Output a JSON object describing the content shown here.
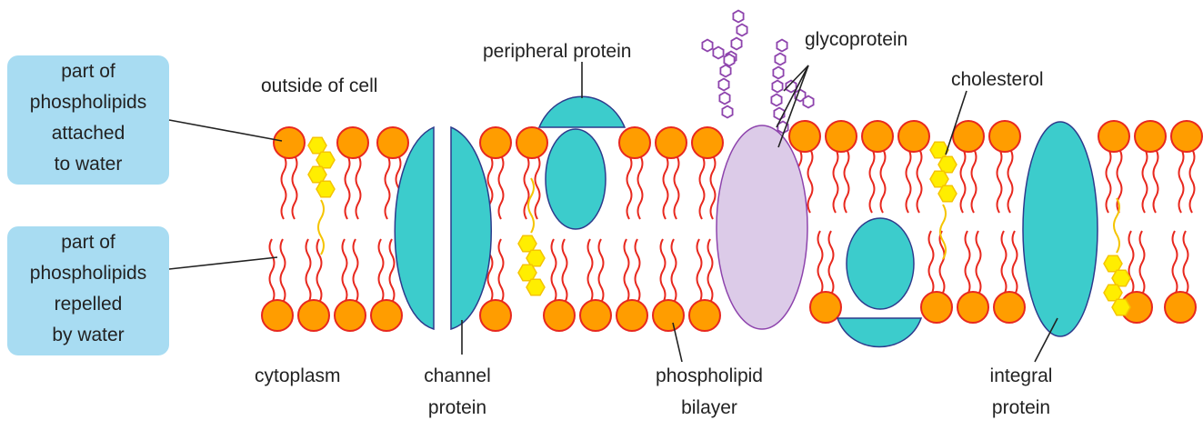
{
  "colors": {
    "head_fill": "#ff9d00",
    "head_stroke": "#e8281e",
    "tail": "#e8281e",
    "protein_fill": "#3ccccc",
    "protein_stroke": "#2d3a8c",
    "glyco_fill": "#dccbe8",
    "glyco_stroke": "#8e44ad",
    "cholesterol_fill": "#ffee00",
    "cholesterol_stroke": "#f5c400",
    "box_fill": "#a8dcf2",
    "leader": "#222222"
  },
  "boxes": {
    "hydrophilic": [
      "part of",
      "phospholipids",
      "attached",
      "to water"
    ],
    "hydrophobic": [
      "part of",
      "phospholipids",
      "repelled",
      "by water"
    ]
  },
  "labels": {
    "outside": "outside of cell",
    "cytoplasm": "cytoplasm",
    "peripheral": "peripheral protein",
    "glycoprotein": "glycoprotein",
    "cholesterol": "cholesterol",
    "channel": [
      "channel",
      "protein"
    ],
    "bilayer": [
      "phospholipid",
      "bilayer"
    ],
    "integral": [
      "integral",
      "protein"
    ]
  },
  "icons": {
    "phospholipid": "phospholipid-icon",
    "cholesterol": "cholesterol-hexagon-icon",
    "sugar_chain": "sugar-chain-icon"
  }
}
